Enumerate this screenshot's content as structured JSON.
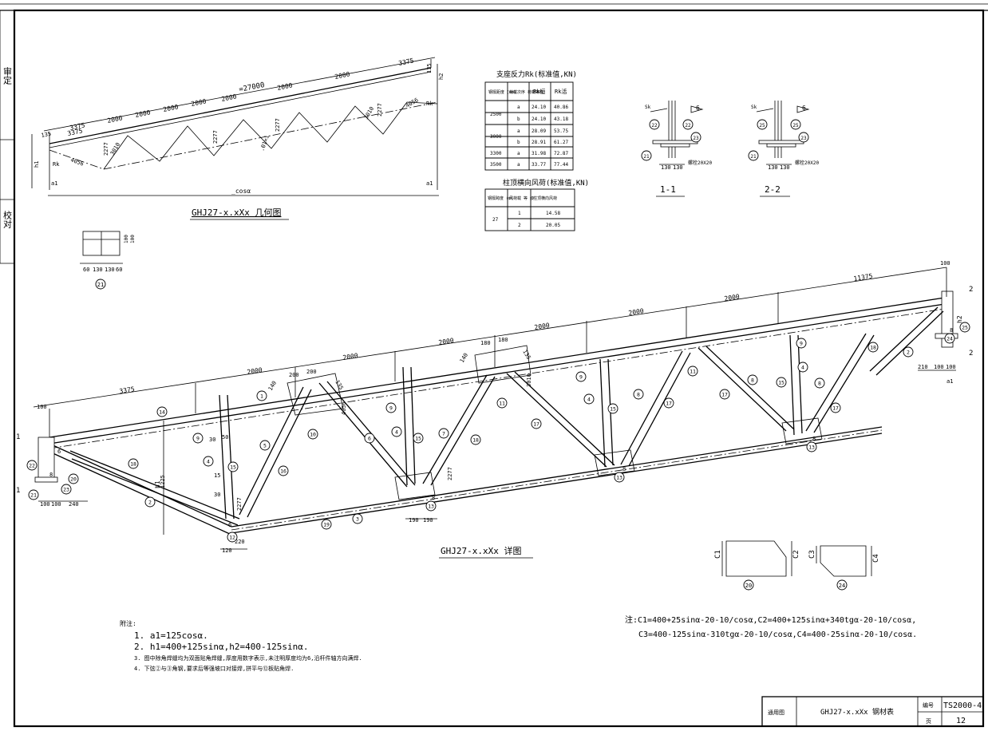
{
  "sidebar": {
    "label_top": "审定",
    "label_bottom": "校对"
  },
  "geometry_drawing": {
    "title": "GHJ27-x.xXx 几何图",
    "top_dims": [
      "3375",
      "2000",
      "2000",
      "2000",
      "2000",
      "2000",
      "2000",
      "2000",
      "3375",
      "135"
    ],
    "overall_span": "=27000",
    "bottom_dims": [
      "135",
      "3375",
      "2000",
      "2000",
      "2000",
      "2000",
      "2000"
    ],
    "bottom_length": "_cosα",
    "member_labels": [
      "4056",
      "3010",
      "2277",
      "2277",
      "2277",
      "2277",
      "3010",
      "4056"
    ],
    "slope_label": ".01=i",
    "height_left": "h1",
    "height_right": "h2",
    "reaction_left": "Rk",
    "reaction_right": "Rk",
    "a1_left": "a1",
    "a1_right": "a1",
    "small_right": "135"
  },
  "reaction_table": {
    "title": "支座反力Rk(标准值,KN)",
    "headers": [
      "钢檩距度 (mm)",
      "荷载次序 荷载等级",
      "Rk恒",
      "Rk活"
    ],
    "rows": [
      {
        "span": "2500",
        "grade": "a",
        "dead": "24.10",
        "live": "40.86"
      },
      {
        "span": "",
        "grade": "b",
        "dead": "24.10",
        "live": "43.18"
      },
      {
        "span": "3000",
        "grade": "a",
        "dead": "28.09",
        "live": "53.75"
      },
      {
        "span": "",
        "grade": "b",
        "dead": "28.91",
        "live": "61.27"
      },
      {
        "span": "3300",
        "grade": "a",
        "dead": "31.98",
        "live": "72.87"
      },
      {
        "span": "3500",
        "grade": "a",
        "dead": "33.77",
        "live": "77.44"
      }
    ]
  },
  "wind_table": {
    "title": "柱顶横向风荷(标准值,KN)",
    "headers": [
      "钢檩跨度 (m)",
      "风荷载 等 级",
      "柱顶横向风荷"
    ],
    "rows": [
      {
        "span": "27",
        "grade": "1",
        "value": "14.58"
      },
      {
        "span": "",
        "grade": "2",
        "value": "20.05"
      }
    ]
  },
  "sections": {
    "s1_label": "1-1",
    "s2_label": "2-2",
    "s1_dims": [
      "130",
      "130"
    ],
    "s2_dims": [
      "130",
      "130"
    ],
    "s1_weld": "6",
    "s2_weld": "6",
    "s1_bolt": "螺栓20X20",
    "s2_bolt": "螺栓20X20",
    "s1_marks": [
      "22",
      "22",
      "23",
      "21"
    ],
    "s2_marks": [
      "25",
      "25",
      "23",
      "21"
    ],
    "sk": "Sk"
  },
  "small_detail": {
    "dims": [
      "60",
      "130",
      "130",
      "60"
    ],
    "side_dims": [
      "100",
      "100"
    ],
    "mark": "21"
  },
  "main_drawing": {
    "title": "GHJ27-x.xXx 详图",
    "top_dims": [
      "3375",
      "2000",
      "2000",
      "2000",
      "2000",
      "2000",
      "2000",
      "11375"
    ],
    "end_dim": "100",
    "left_dims": [
      "100",
      "100",
      "240"
    ],
    "bottom_dims": [
      "120",
      "220"
    ],
    "node_dims": [
      "190",
      "190"
    ],
    "right_dims": [
      "210",
      "100",
      "100"
    ],
    "section_1": "1",
    "section_2": "2",
    "a1": "a1",
    "h1": "h1",
    "h2": "h2",
    "misc_dims": [
      "180",
      "180",
      "200",
      "200",
      "140",
      "135",
      "140",
      "135",
      "2277",
      "2277",
      "4056",
      "3010",
      "1225",
      "50",
      "30",
      "30",
      "15",
      "6",
      "6",
      "8",
      "8",
      "8",
      "8",
      "8"
    ]
  },
  "shapes": {
    "c1": "C1",
    "c2": "C2",
    "c3": "C3",
    "c4": "C4",
    "mark20": "20",
    "mark24": "24"
  },
  "formulas": {
    "line1": "注:C1=400+25sinα-20-10/cosα,C2=400+125sinα+340tgα-20-10/cosα,",
    "line2": "C3=400-125sinα-310tgα-20-10/cosα,C4=400-25sinα-20-10/cosα."
  },
  "notes": {
    "heading": "附注:",
    "items": [
      "1. a1=125cosα.",
      "2. h1=400+125sinα,h2=400-125sinα.",
      "3. 图中除角焊缝均为双面贴角焊缝,厚度用数字表示,未注明厚度均为6,沿杆件轴方向满焊.",
      "4. 下弦②与③角钢,要求后等强坡口对接焊,拼平与⑫板贴角焊."
    ]
  },
  "title_block": {
    "type": "通用图",
    "name": "GHJ27-x.xXx 钢材表",
    "code_label": "编号",
    "code": "TS2000-4",
    "page_label": "页",
    "page": "12"
  }
}
